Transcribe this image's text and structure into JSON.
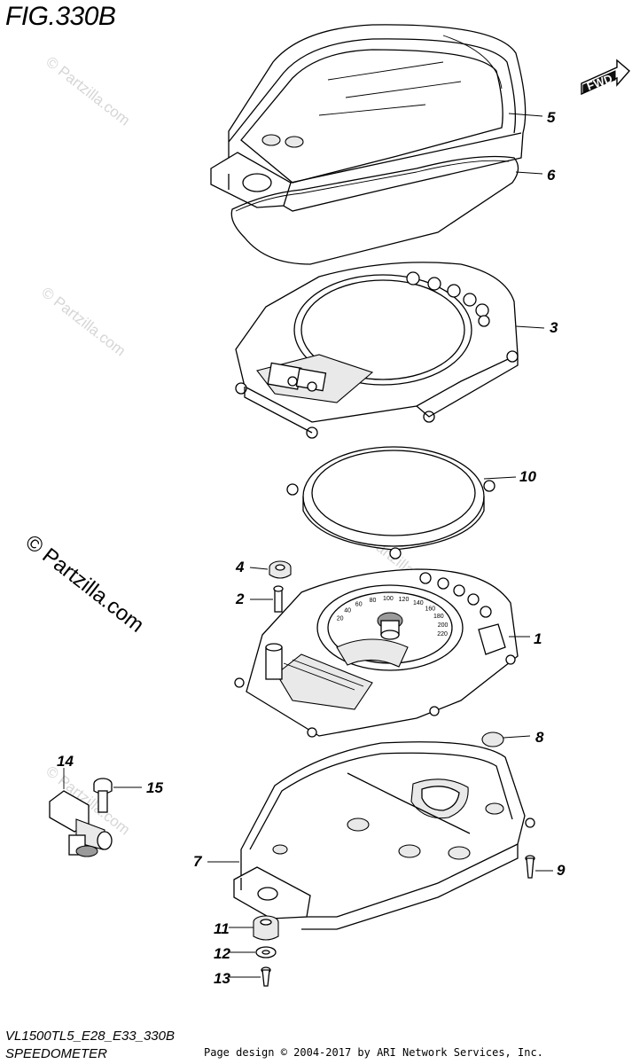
{
  "figure": {
    "title": "FIG.330B",
    "model_code": "VL1500TL5_E28_E33_330B",
    "section_name": "SPEEDOMETER",
    "credit": "Page design © 2004-2017 by ARI Network Services, Inc."
  },
  "fwd_label": "FWD",
  "watermark": "© Partzilla.com",
  "callouts": {
    "c1": "1",
    "c2": "2",
    "c3": "3",
    "c4": "4",
    "c5": "5",
    "c6": "6",
    "c7": "7",
    "c8": "8",
    "c9": "9",
    "c10": "10",
    "c11": "11",
    "c12": "12",
    "c13": "13",
    "c14": "14",
    "c15": "15"
  },
  "dial_numbers": [
    "20",
    "40",
    "60",
    "80",
    "100",
    "120",
    "140",
    "160",
    "180",
    "200",
    "220"
  ]
}
